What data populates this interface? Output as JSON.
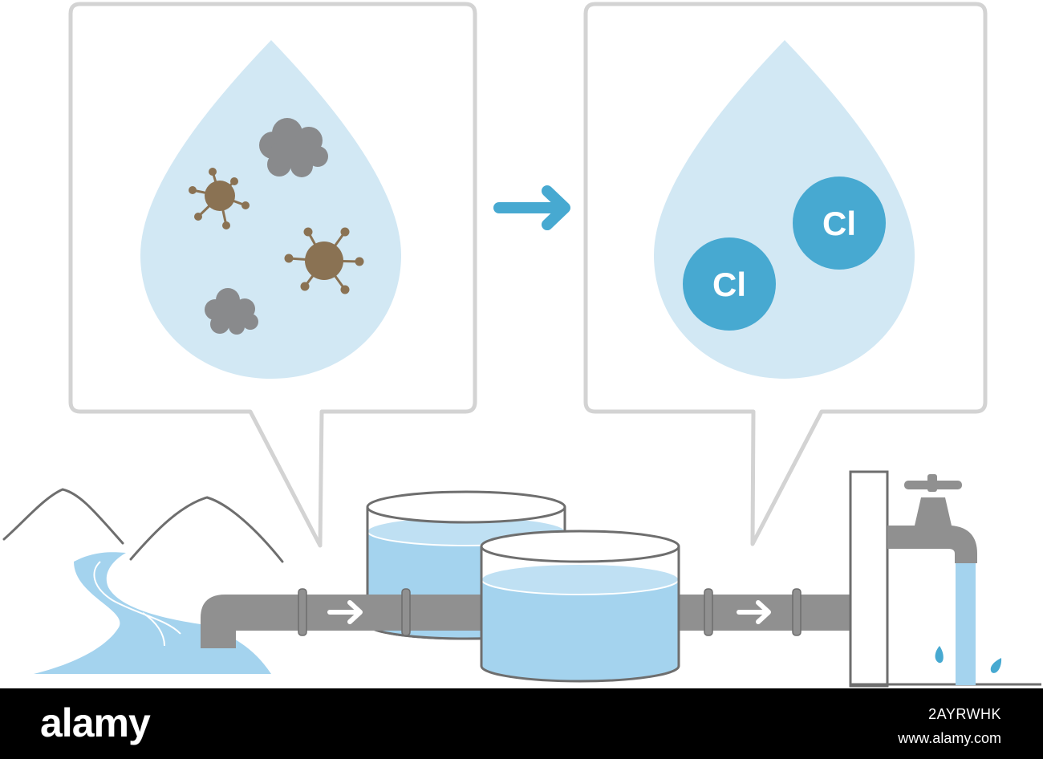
{
  "diagram": {
    "before_panel": {
      "particles": [
        "virus-icon",
        "virus-icon",
        "dirt-cloud-icon",
        "dirt-cloud-icon"
      ]
    },
    "after_panel": {
      "chlorine_labels": [
        "Cl",
        "Cl"
      ]
    },
    "colors": {
      "water_light": "#d2e8f4",
      "water_mid": "#9dd3ee",
      "accent_blue": "#47a9d1",
      "virus_brown": "#8a7253",
      "dirt_gray": "#898a8c",
      "pipe_gray": "#909090",
      "frame_gray": "#d3d3d3"
    }
  },
  "footer": {
    "brand": "alamy",
    "image_id": "2AYRWHK",
    "site": "www.alamy.com"
  }
}
